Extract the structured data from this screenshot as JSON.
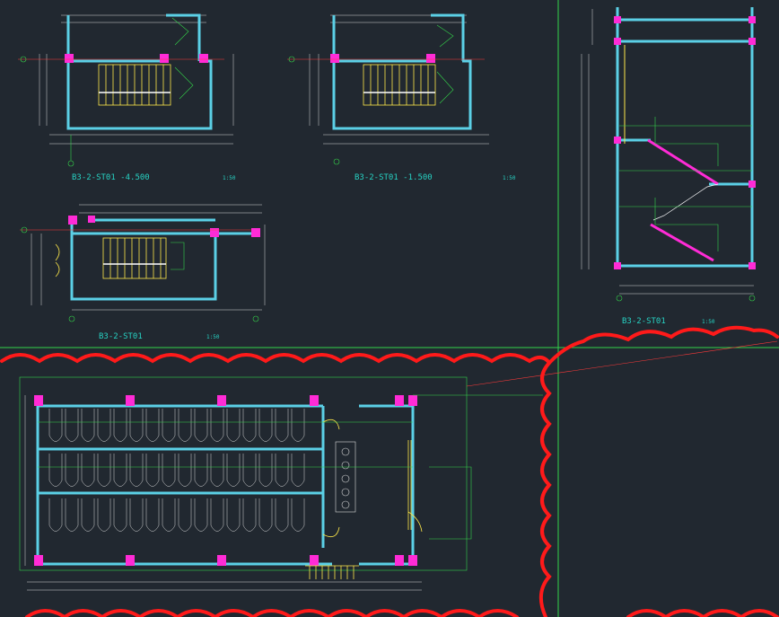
{
  "drawings": [
    {
      "name": "plan-minus-4500",
      "label": "B3-2-ST01    -4.500",
      "title": "",
      "scale": "1:50"
    },
    {
      "name": "plan-minus-1500",
      "label": "B3-2-ST01    -1.500",
      "title": "",
      "scale": "1:50"
    },
    {
      "name": "plan-level-1",
      "label": "B3-2-ST01",
      "title": "",
      "scale": "1:50"
    },
    {
      "name": "section",
      "label": "B3-2-ST01",
      "title": "",
      "scale": "1:50"
    }
  ],
  "colors": {
    "background": "#212830",
    "frame": "#34d34a",
    "wall": "#5bd0e6",
    "column": "#ff2bd6",
    "stair": "#ffe94a",
    "text": "#27d3c4",
    "revision_cloud": "#ff1a1a",
    "dimension": "#d9d9d9",
    "axis": "#ff3a3a"
  }
}
